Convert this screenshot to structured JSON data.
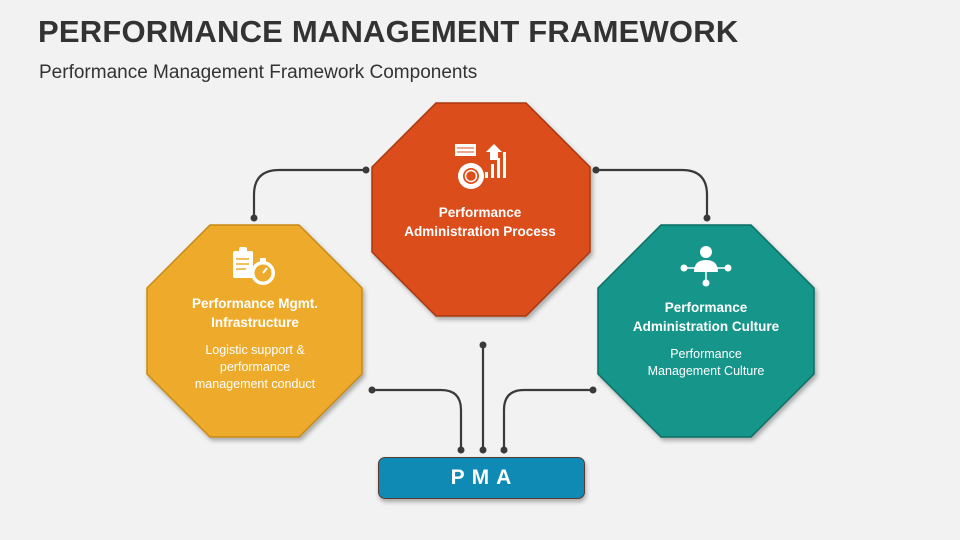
{
  "title": "PERFORMANCE MANAGEMENT FRAMEWORK",
  "subtitle": "Performance Management Framework Components",
  "colors": {
    "orange": "#dc4e1a",
    "yellow": "#eeaa2a",
    "teal": "#12968a",
    "blue": "#0f8ab4",
    "connector": "#3a3a3a"
  },
  "nodes": {
    "process": {
      "heading_1": "Performance",
      "heading_2": "Administration Process",
      "icon": "gear-chart-icon"
    },
    "infrastructure": {
      "heading_1": "Performance Mgmt.",
      "heading_2": "Infrastructure",
      "desc_1": "Logistic support &",
      "desc_2": "performance",
      "desc_3": "management conduct",
      "icon": "clipboard-stopwatch-icon"
    },
    "culture": {
      "heading_1": "Performance",
      "heading_2": "Administration Culture",
      "desc_1": "Performance",
      "desc_2": "Management Culture",
      "icon": "user-network-icon"
    }
  },
  "pma": {
    "label": "PMA"
  }
}
